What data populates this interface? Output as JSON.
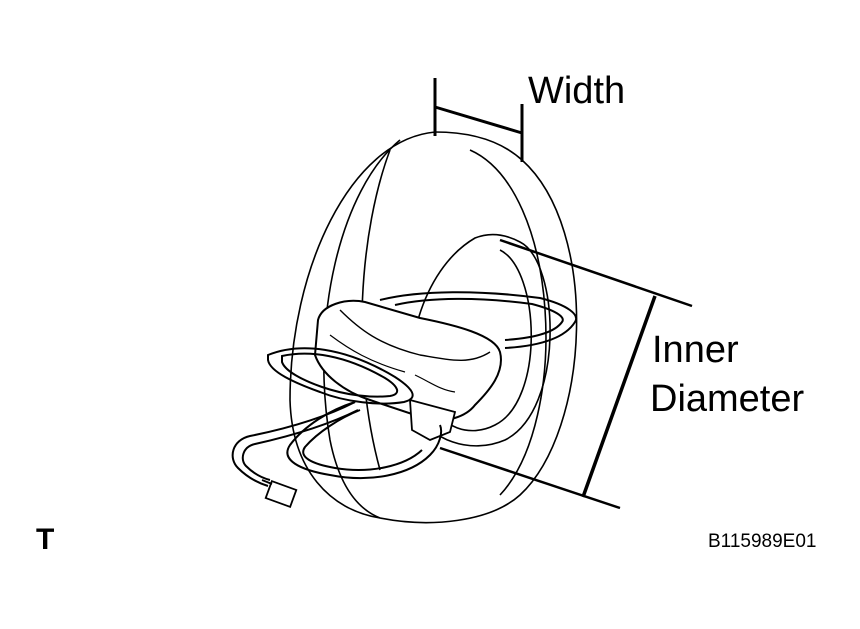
{
  "labels": {
    "width": "Width",
    "inner_diameter_line1": "Inner",
    "inner_diameter_line2": "Diameter",
    "corner_mark": "T",
    "figure_id": "B115989E01"
  },
  "colors": {
    "line": "#000000",
    "background": "#ffffff"
  }
}
